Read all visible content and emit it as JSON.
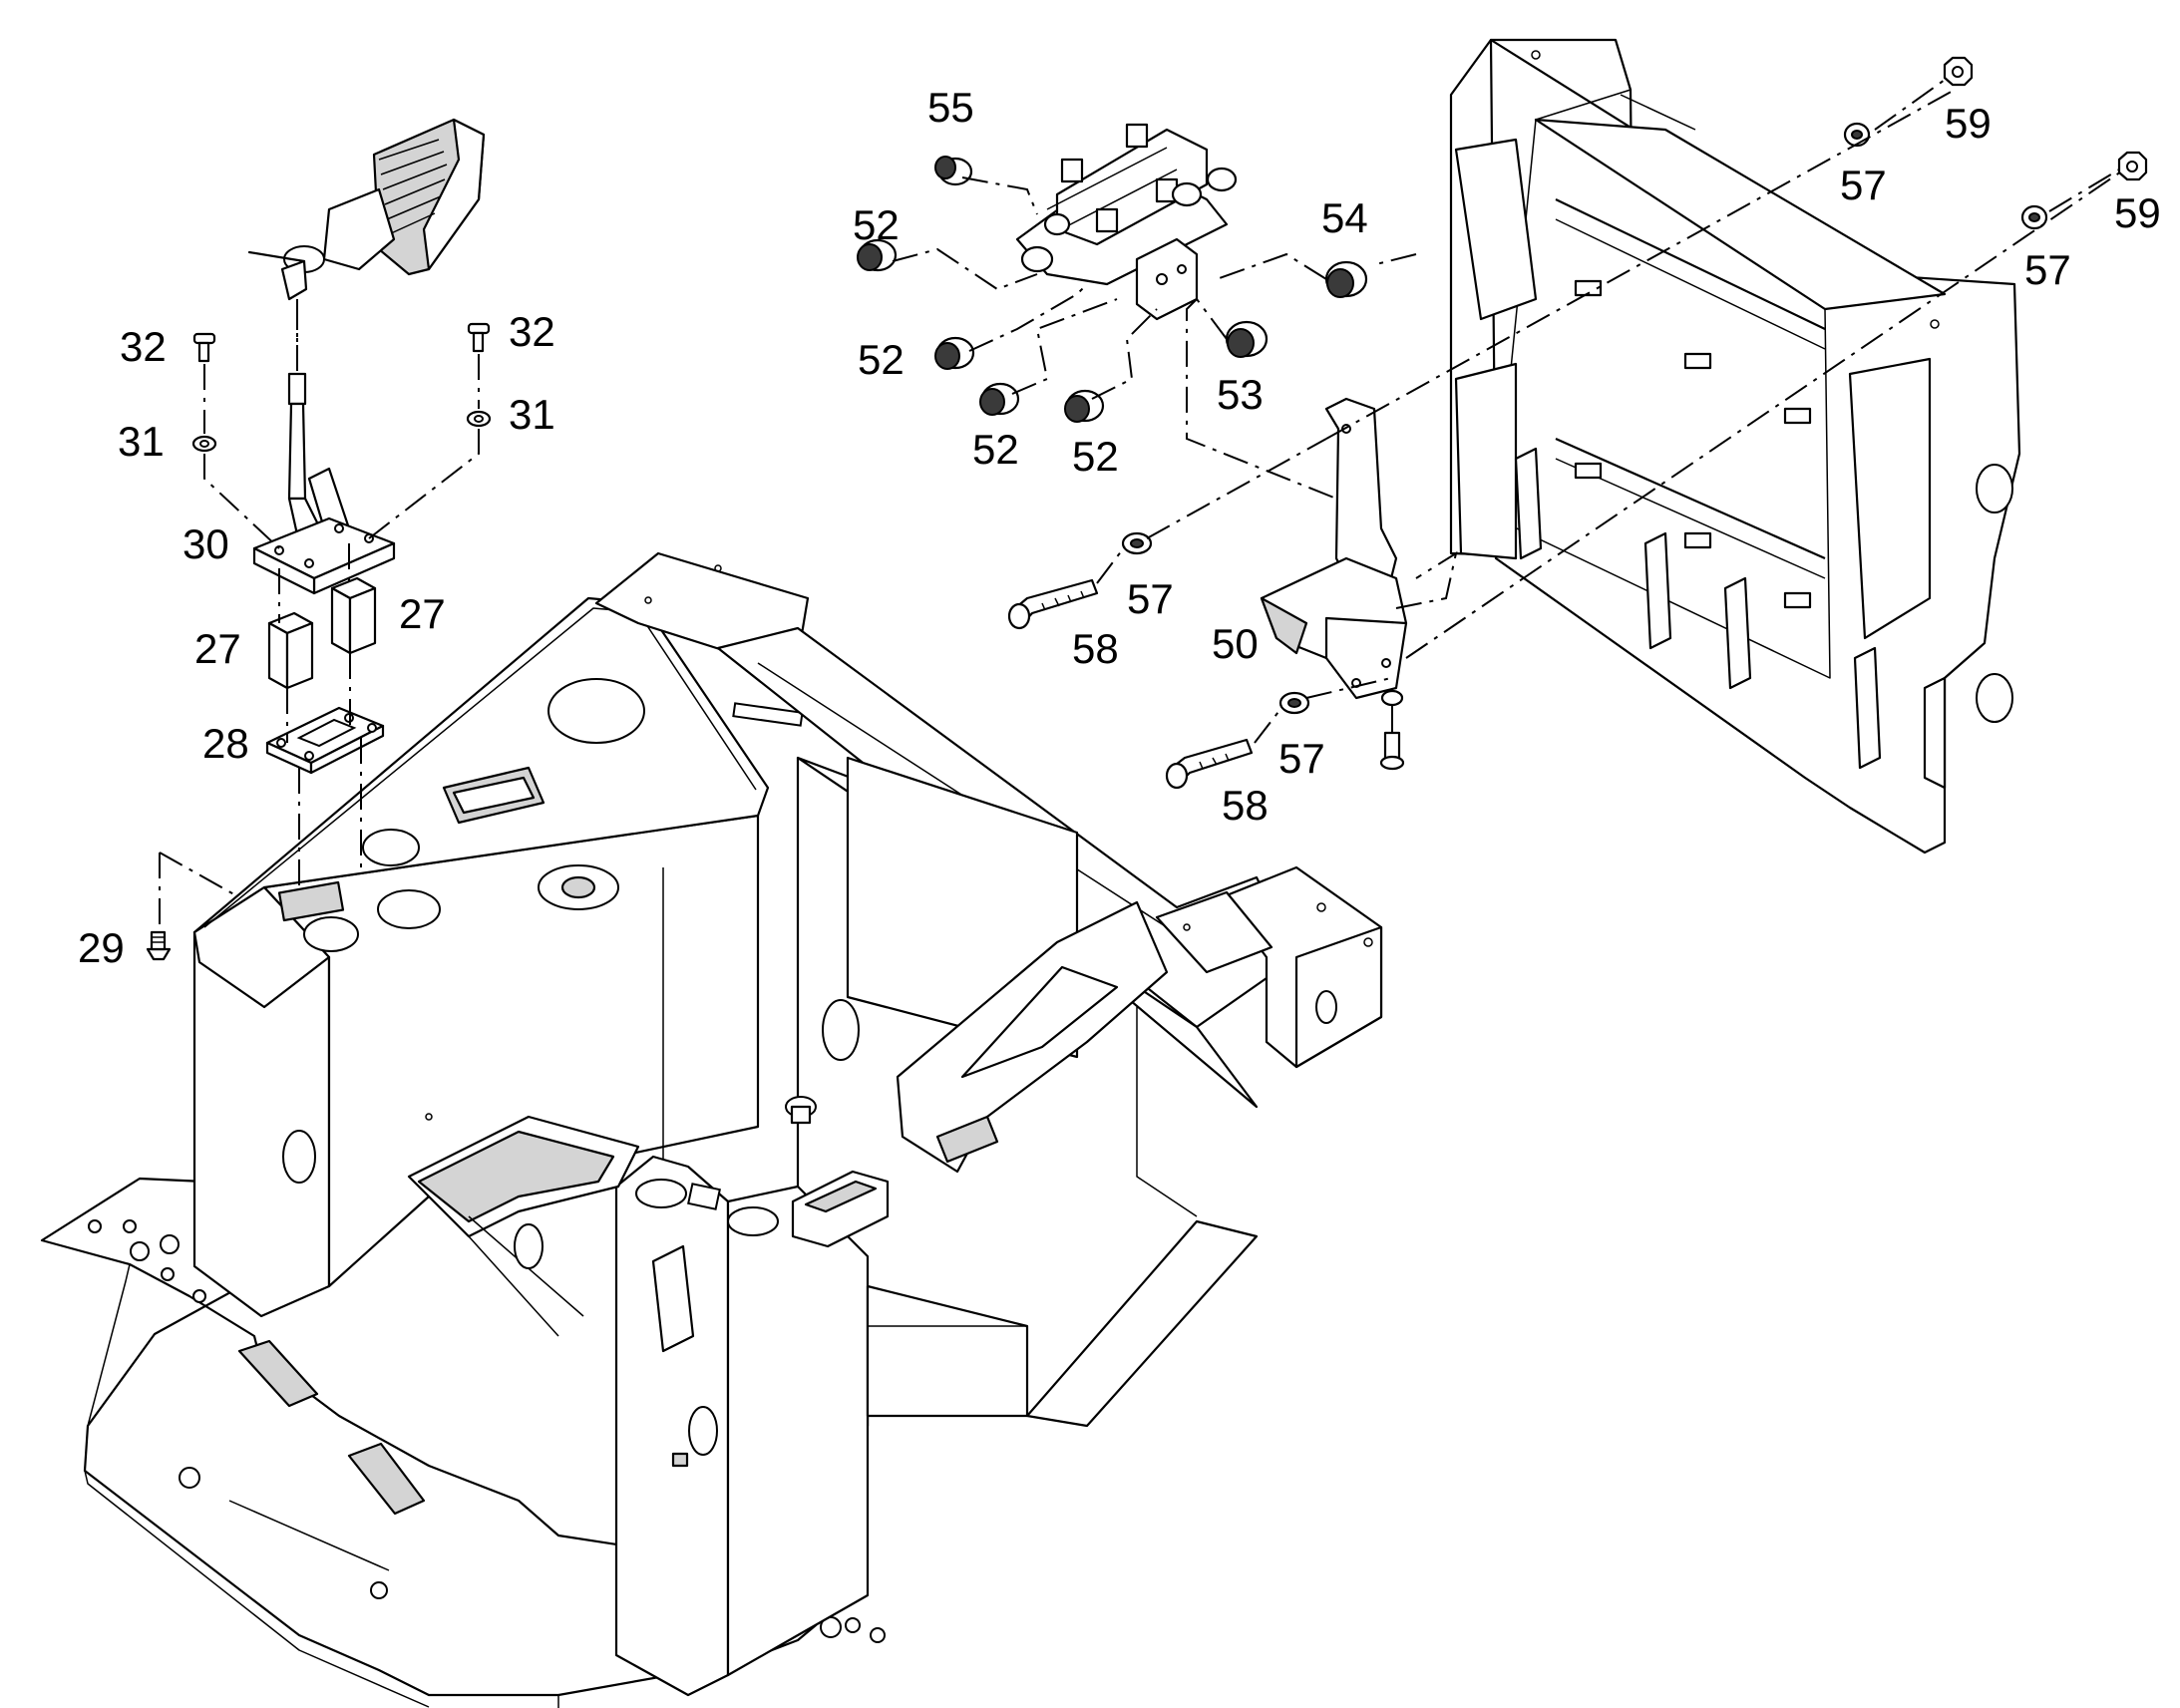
{
  "callouts": {
    "c27a": "27",
    "c27b": "27",
    "c28": "28",
    "c29": "29",
    "c30": "30",
    "c31a": "31",
    "c31b": "31",
    "c32a": "32",
    "c32b": "32",
    "c50": "50",
    "c52a": "52",
    "c52b": "52",
    "c52c": "52",
    "c52d": "52",
    "c53": "53",
    "c54": "54",
    "c55": "55",
    "c57a": "57",
    "c57b": "57",
    "c57c": "57",
    "c57d": "57",
    "c58a": "58",
    "c58b": "58",
    "c59a": "59",
    "c59b": "59"
  }
}
